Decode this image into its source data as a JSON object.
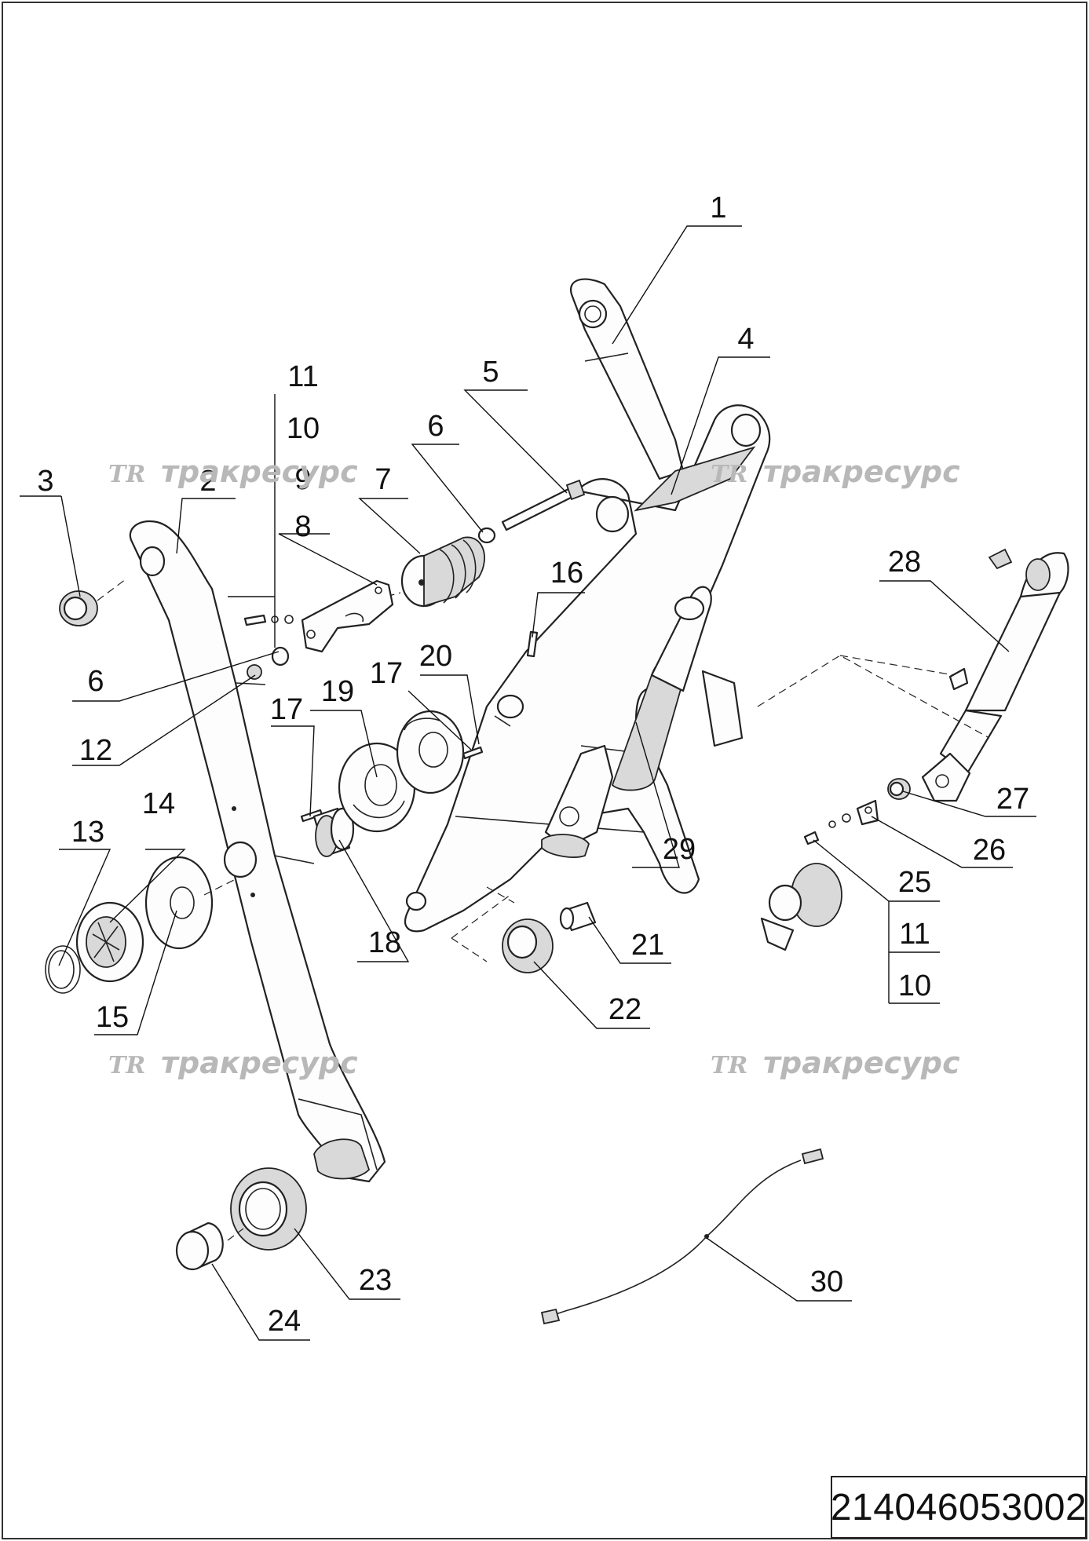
{
  "document_code": "214046053002",
  "watermark": {
    "logo_text": "TR",
    "text": "тракресурс"
  },
  "callouts": [
    "1",
    "2",
    "3",
    "4",
    "5",
    "6",
    "7",
    "8",
    "9",
    "10",
    "11",
    "6",
    "12",
    "13",
    "14",
    "15",
    "16",
    "17",
    "17",
    "18",
    "19",
    "20",
    "21",
    "22",
    "23",
    "24",
    "25",
    "11",
    "10",
    "26",
    "27",
    "28",
    "29",
    "30"
  ],
  "colors": {
    "line": "#222222",
    "watermark": "#b8b8b8",
    "background": "#ffffff"
  }
}
